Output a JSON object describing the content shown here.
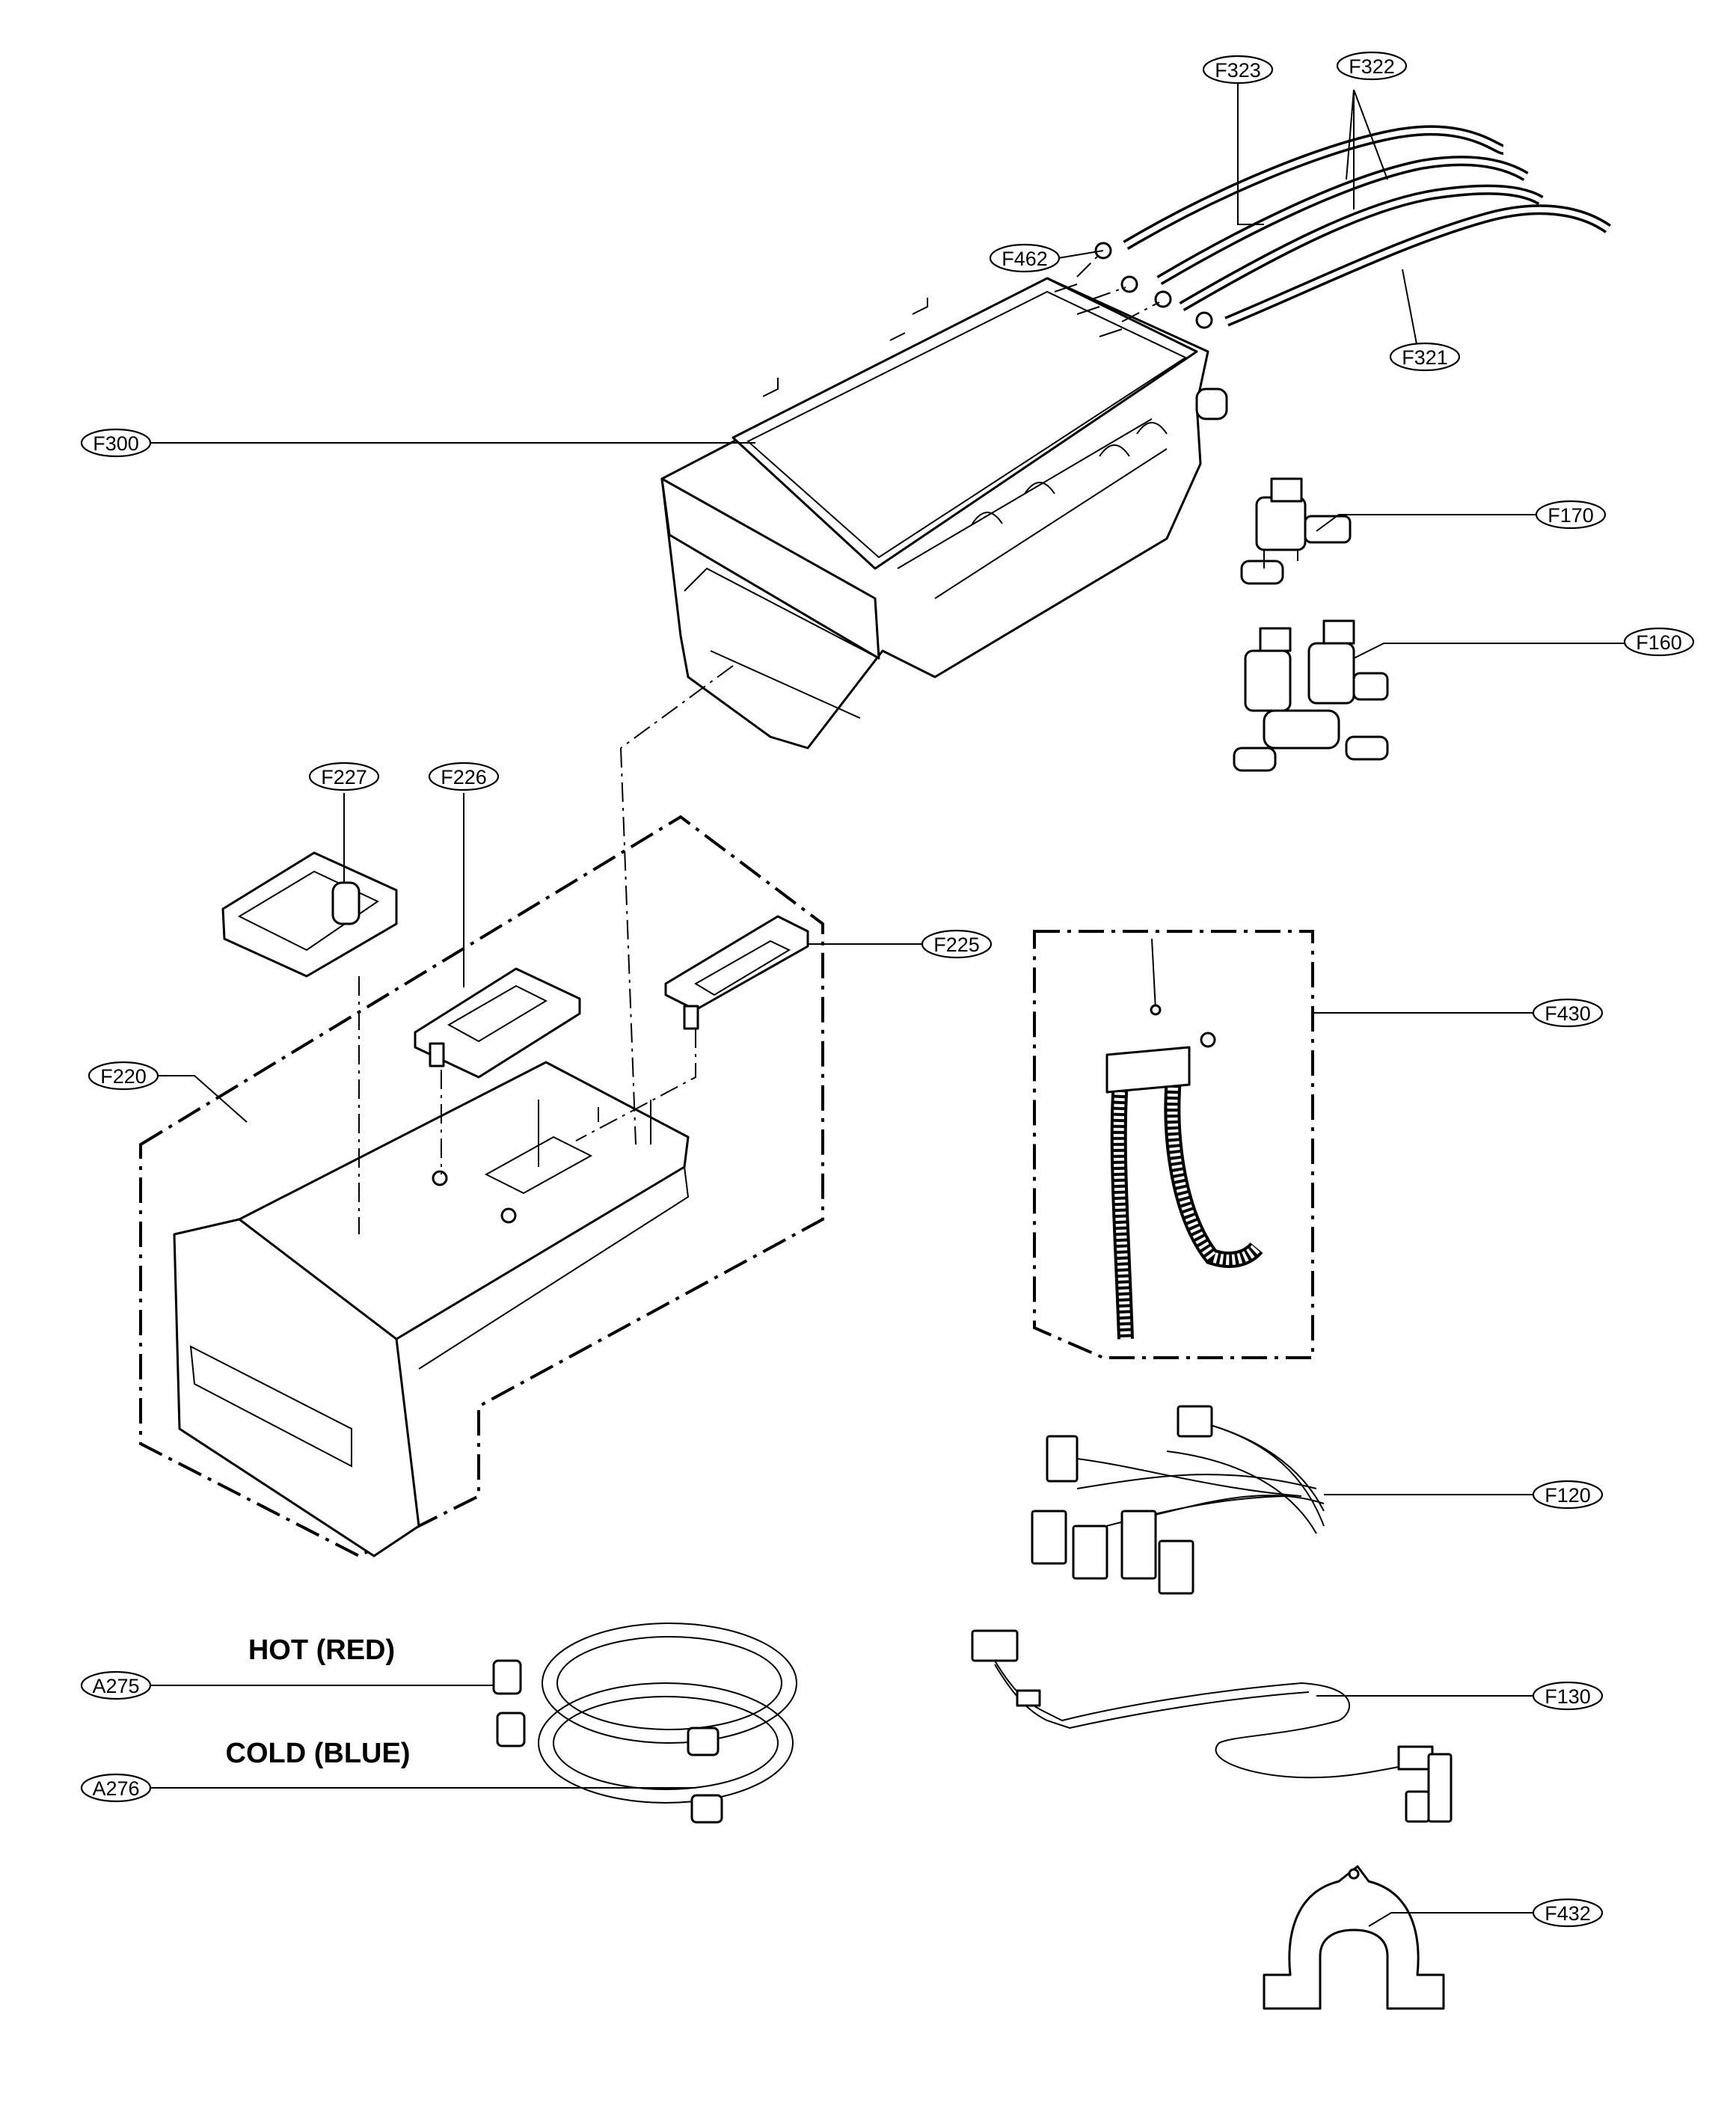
{
  "diagram": {
    "callouts": {
      "F323": "F323",
      "F322": "F322",
      "F462": "F462",
      "F321": "F321",
      "F300": "F300",
      "F170": "F170",
      "F160": "F160",
      "F227": "F227",
      "F226": "F226",
      "F225": "F225",
      "F220": "F220",
      "F430": "F430",
      "F120": "F120",
      "F130": "F130",
      "F432": "F432",
      "A275": "A275",
      "A276": "A276"
    },
    "hose_labels": {
      "hot": "HOT (RED)",
      "cold": "COLD (BLUE)"
    }
  }
}
